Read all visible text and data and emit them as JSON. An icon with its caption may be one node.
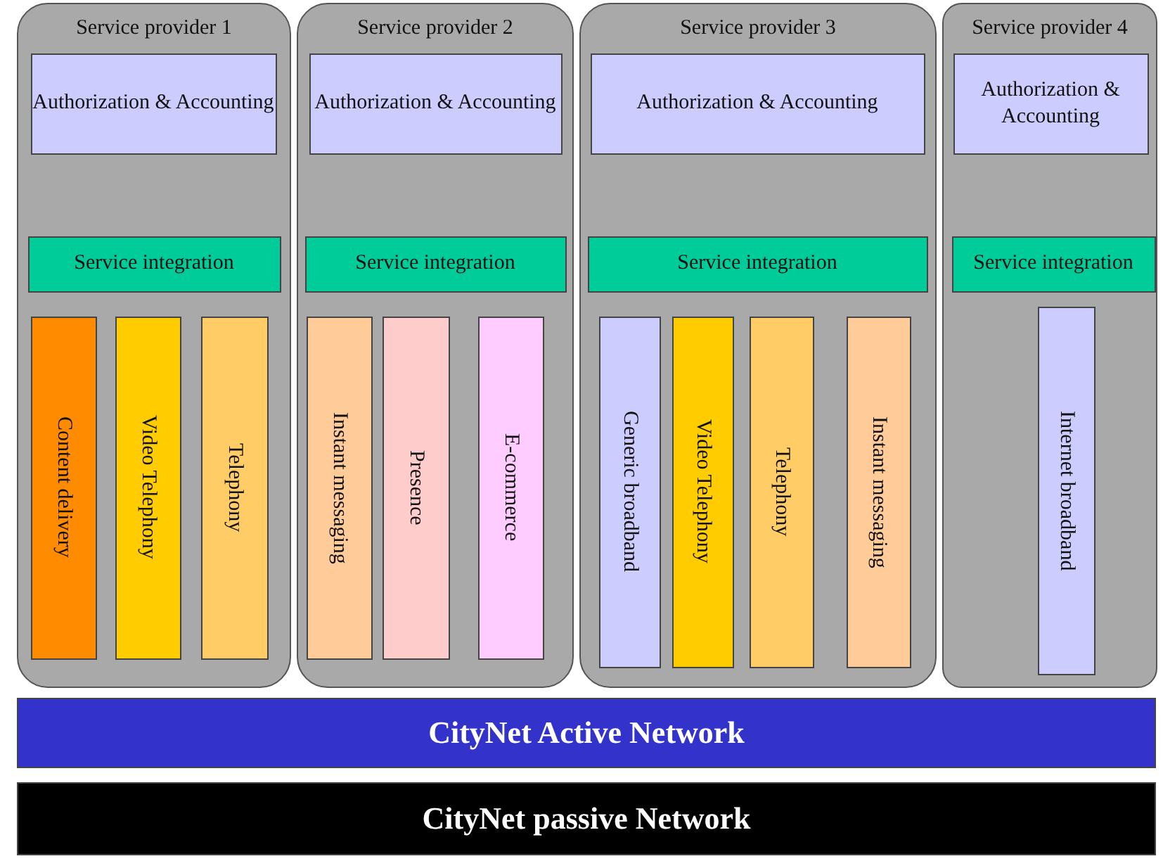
{
  "diagram": {
    "nodes": [
      {
        "text": [
          "Service provider 1"
        ]
      },
      {
        "text": [
          "Authorization & Accounting"
        ],
        "in": 0
      },
      {
        "text": [
          "Service integration"
        ],
        "in": 0
      },
      {
        "text": [
          "Content delivery"
        ],
        "in": 0
      },
      {
        "text": [
          "Video Telephony"
        ],
        "in": 0
      },
      {
        "text": [
          "Telephony"
        ],
        "in": 0
      },
      {
        "text": [
          "Service provider 2"
        ]
      },
      {
        "text": [
          "Authorization & Accounting"
        ],
        "in": 6
      },
      {
        "text": [
          "Service integration"
        ],
        "in": 6
      },
      {
        "text": [
          "Instant messaging"
        ],
        "in": 6
      },
      {
        "text": [
          "Presence"
        ],
        "in": 6
      },
      {
        "text": [
          "E-commerce"
        ],
        "in": 6
      },
      {
        "text": [
          "Service provider 3"
        ]
      },
      {
        "text": [
          "Authorization & Accounting"
        ],
        "in": 12
      },
      {
        "text": [
          "Service integration"
        ],
        "in": 12
      },
      {
        "text": [
          "Generic broadband"
        ],
        "in": 12
      },
      {
        "text": [
          "Video Telephony"
        ],
        "in": 12
      },
      {
        "text": [
          "Telephony"
        ],
        "in": 12
      },
      {
        "text": [
          "Instant messaging"
        ],
        "in": 12
      },
      {
        "text": [
          "Service provider 4"
        ]
      },
      {
        "text": [
          "Authorization & Accounting"
        ],
        "in": 19
      },
      {
        "text": [
          "Service integration"
        ],
        "in": 19
      },
      {
        "text": [
          "Internet broadband"
        ],
        "in": 19
      },
      {
        "text": [
          "CityNet Active Network"
        ]
      },
      {
        "text": [
          "CityNet passive Network"
        ]
      }
    ]
  }
}
